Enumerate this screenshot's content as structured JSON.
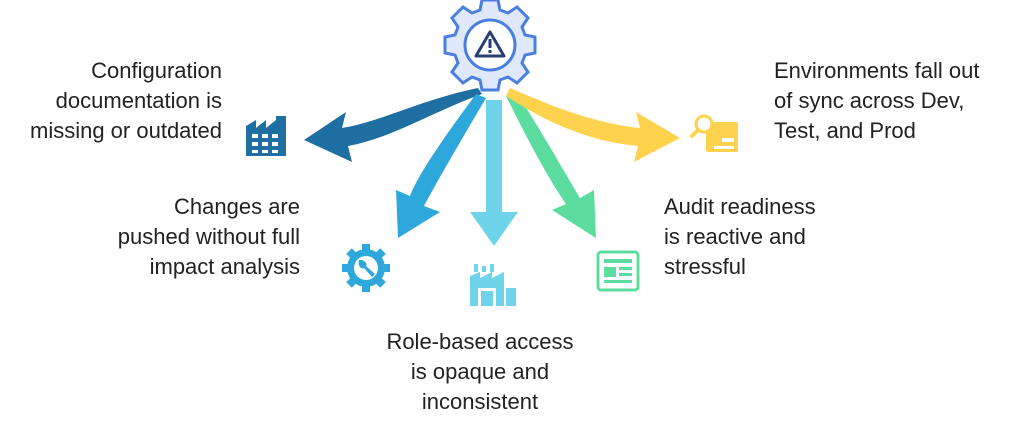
{
  "items": [
    {
      "id": "config",
      "lines": [
        "Configuration",
        "documentation is",
        "missing or outdated"
      ],
      "icon": "factory-icon"
    },
    {
      "id": "changes",
      "lines": [
        "Changes are",
        "pushed without full",
        "impact analysis"
      ],
      "icon": "gear-wrench-icon"
    },
    {
      "id": "role",
      "lines": [
        "Role-based access",
        "is opaque and",
        "inconsistent"
      ],
      "icon": "factory-building-icon"
    },
    {
      "id": "audit",
      "lines": [
        "Audit readiness",
        "is reactive and",
        "stressful"
      ],
      "icon": "newspaper-icon"
    },
    {
      "id": "env",
      "lines": [
        "Environments fall out",
        "of sync across Dev,",
        "Test, and Prod"
      ],
      "icon": "search-card-icon"
    }
  ],
  "center_icon": "gear-warning-icon",
  "colors": {
    "dark_blue": "#1f6fa3",
    "mid_blue": "#2ea8dc",
    "light_blue": "#6fd3ea",
    "green": "#5ddca0",
    "yellow": "#ffd24d",
    "gear": "#4a7fe0"
  }
}
